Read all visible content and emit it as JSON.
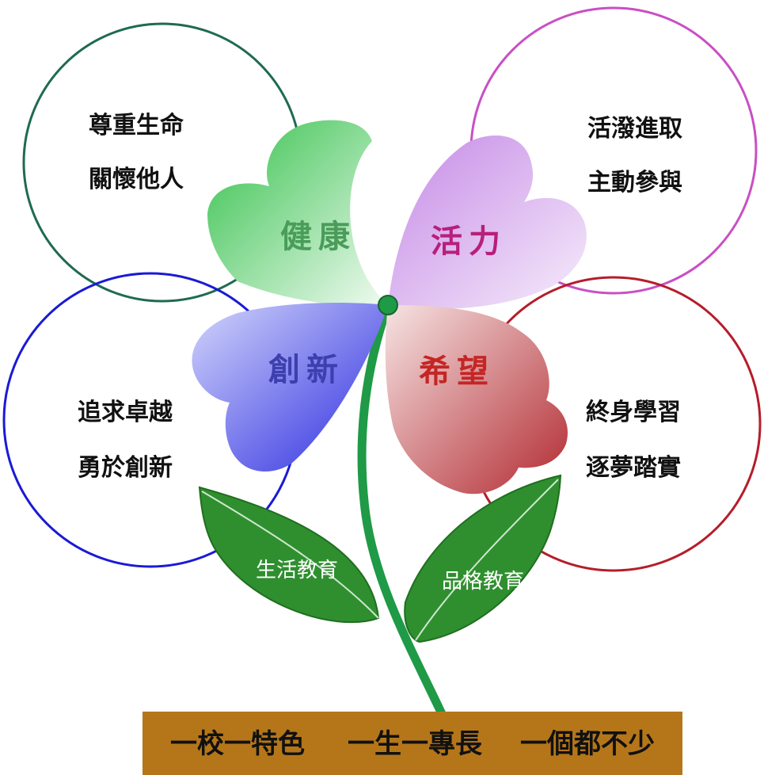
{
  "circles": [
    {
      "id": "health",
      "color": "#1f6b4f",
      "lines": [
        "尊重生命",
        "關懷他人"
      ]
    },
    {
      "id": "vitality",
      "color": "#c94fc4",
      "lines": [
        "活潑進取",
        "主動參與"
      ]
    },
    {
      "id": "innovation",
      "color": "#1a1ad6",
      "lines": [
        "追求卓越",
        "勇於創新"
      ]
    },
    {
      "id": "hope",
      "color": "#b51d2a",
      "lines": [
        "終身學習",
        "逐夢踏實"
      ]
    }
  ],
  "petals": [
    {
      "id": "health",
      "label": "健康",
      "color": "#4a9c5a",
      "fill_dark": "#33c04a",
      "fill_light": "#f1fbf2"
    },
    {
      "id": "vitality",
      "label": "活力",
      "color": "#b81f7c",
      "fill_dark": "#c58ae6",
      "fill_light": "#f6ecfb"
    },
    {
      "id": "innovation",
      "label": "創新",
      "color": "#3e3fae",
      "fill_dark": "#2a2ae0",
      "fill_light": "#d3d6fb"
    },
    {
      "id": "hope",
      "label": "希望",
      "color": "#c42626",
      "fill_dark": "#b22a30",
      "fill_light": "#f6e4e4"
    }
  ],
  "leaves": [
    {
      "id": "life-education",
      "label": "生活教育"
    },
    {
      "id": "character-education",
      "label": "品格教育"
    }
  ],
  "colors": {
    "stem": "#1f9a46",
    "leaf": "#2f8f2f",
    "leaf_vein": "#cfe8cf",
    "footer_bg": "#b5761a"
  },
  "footer": {
    "items": [
      "一校一特色",
      "一生一專長",
      "一個都不少"
    ]
  }
}
